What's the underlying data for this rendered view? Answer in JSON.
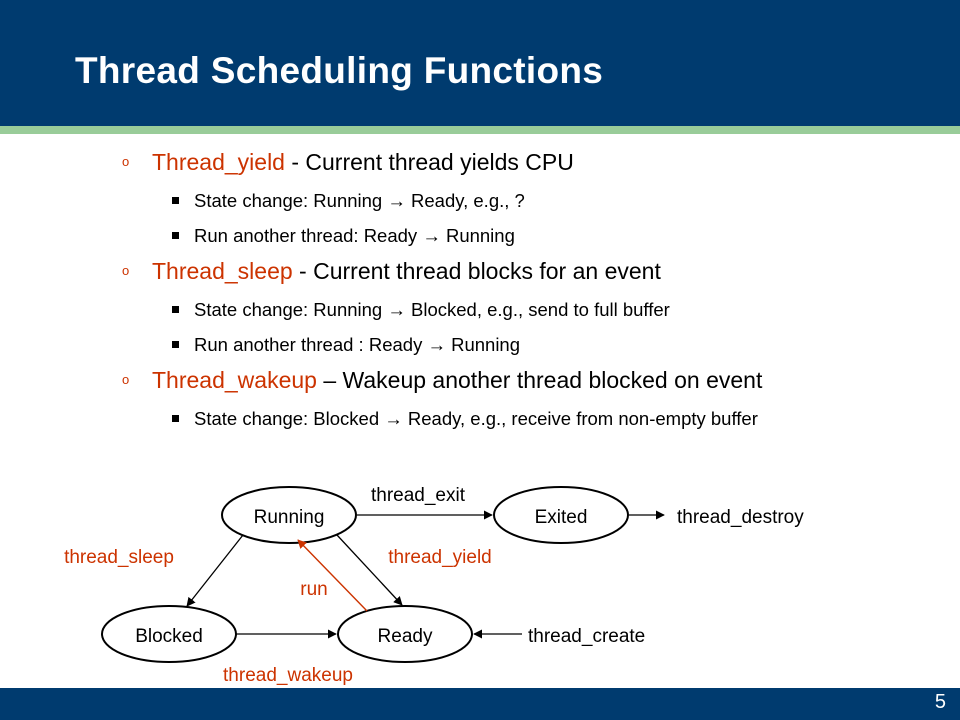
{
  "slide": {
    "title": "Thread Scheduling Functions",
    "page_number": "5"
  },
  "bullets": [
    {
      "name": "Thread_yield",
      "rest": " - Current thread yields CPU",
      "subs": [
        "State change: Running → Ready, e.g., ?",
        "Run another thread: Ready → Running"
      ]
    },
    {
      "name": "Thread_sleep",
      "rest": " - Current thread blocks for an event",
      "subs": [
        "State change:  Running → Blocked, e.g., send to full buffer",
        "Run another thread : Ready → Running"
      ]
    },
    {
      "name": "Thread_wakeup",
      "rest": " – Wakeup another thread blocked on event",
      "subs": [
        "State change:  Blocked → Ready, e.g., receive from non-empty buffer"
      ]
    }
  ],
  "diagram": {
    "states": {
      "running": "Running",
      "exited": "Exited",
      "blocked": "Blocked",
      "ready": "Ready"
    },
    "transitions": {
      "thread_exit": "thread_exit",
      "thread_destroy": "thread_destroy",
      "thread_sleep": "thread_sleep",
      "thread_yield": "thread_yield",
      "run": "run",
      "thread_wakeup": "thread_wakeup",
      "thread_create": "thread_create"
    },
    "colors": {
      "accent": "#cc3300",
      "black": "#000000"
    }
  },
  "colors": {
    "header": "#003b6f",
    "stripe": "#99cc99",
    "accent": "#cc3300"
  }
}
